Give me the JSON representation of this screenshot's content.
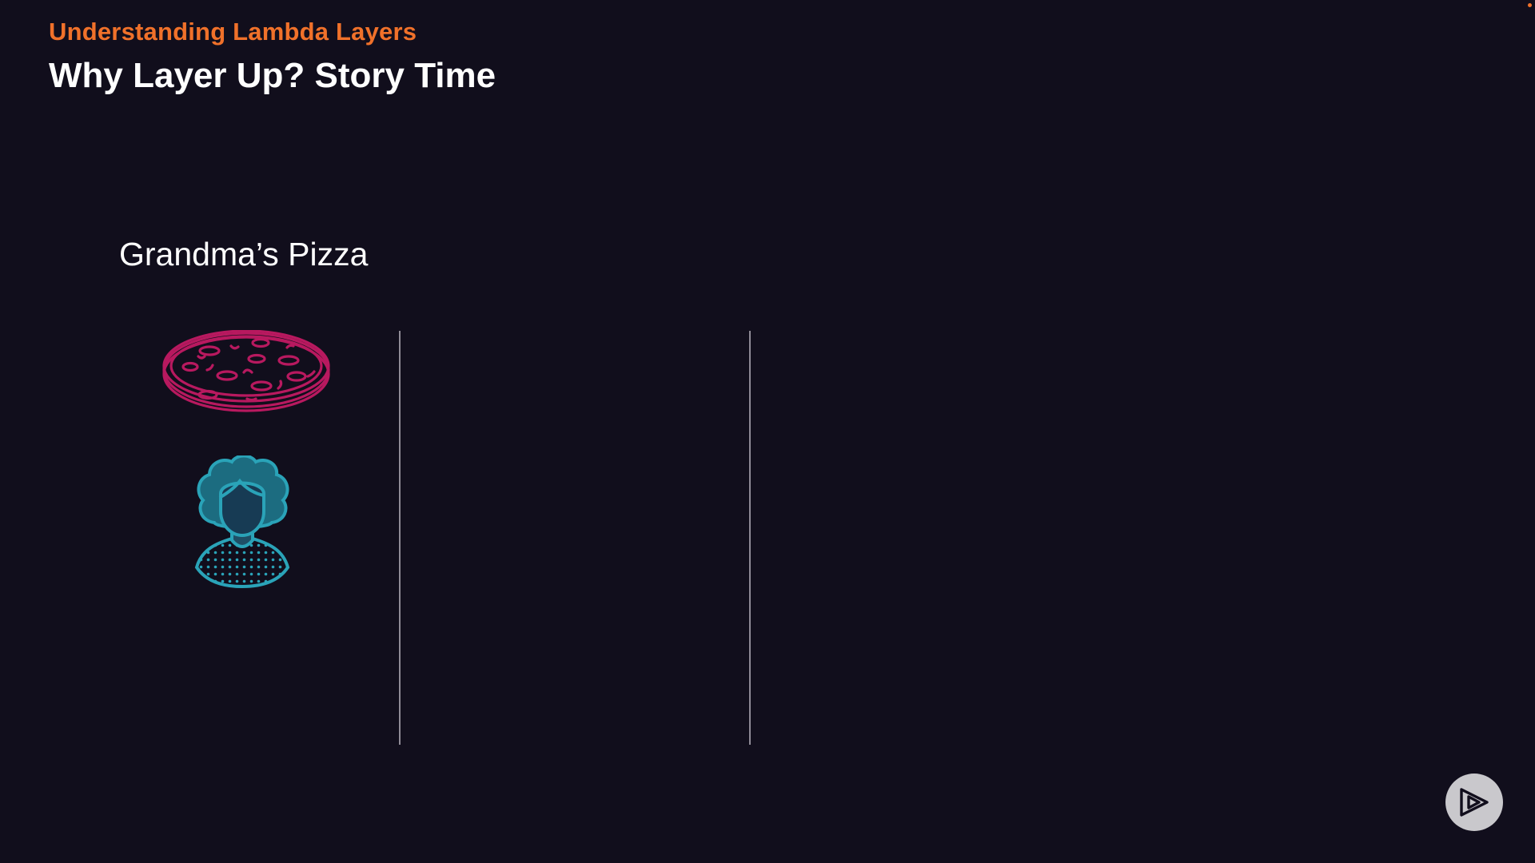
{
  "slide": {
    "kicker": "Understanding Lambda Layers",
    "title": "Why Layer Up? Story Time",
    "column_heading": "Grandma’s Pizza"
  },
  "icons": {
    "pizza": "pizza-icon",
    "grandma": "grandma-avatar-icon",
    "logo": "play-logo-icon"
  },
  "colors": {
    "background": "#110e1c",
    "accent": "#f0712a",
    "title": "#ffffff",
    "pizza": "#b8195f",
    "grandma": "#2aa3b8",
    "divider": "#8f8b96",
    "logo_bg": "#c9c8cc"
  }
}
